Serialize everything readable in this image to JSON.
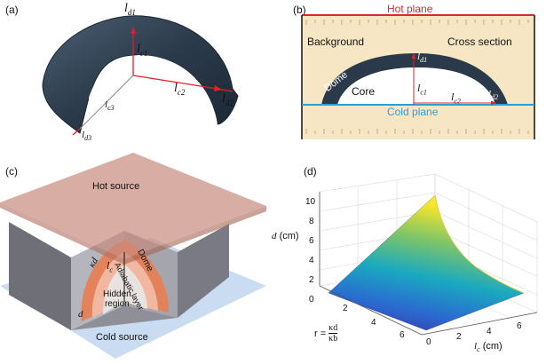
{
  "panels": {
    "a": {
      "label": "(a)",
      "lc1": "l",
      "lc1_sub": "c1",
      "lc2": "l",
      "lc2_sub": "c2",
      "lc3": "l",
      "lc3_sub": "c3",
      "ld1": "l",
      "ld1_sub": "d1",
      "ld2": "l",
      "ld2_sub": "d2",
      "ld3": "l",
      "ld3_sub": "d3",
      "colors": {
        "dome": "#2b3a4a",
        "arrow": "#e0202a"
      }
    },
    "b": {
      "label": "(b)",
      "hot_plane": "Hot plane",
      "cold_plane": "Cold plane",
      "background": "Background",
      "cross_section": "Cross section",
      "dome": "Dome",
      "core": "Core",
      "lc1": "l",
      "lc1_sub": "c1",
      "lc2": "l",
      "lc2_sub": "c2",
      "ld1": "l",
      "ld1_sub": "d1",
      "ld2": "l",
      "ld2_sub": "d2",
      "colors": {
        "hot": "#d82b2b",
        "cold": "#2aa0d8",
        "bg": "#f7e6c4",
        "dome": "#2b3a4a"
      }
    },
    "c": {
      "label": "(c)",
      "hot_source": "Hot source",
      "cold_source": "Cold source",
      "dome": "Dome",
      "adiabatic": "Adiabatic layer",
      "hidden1": "Hidden",
      "hidden2": "region",
      "kappa_d": "κd",
      "lc": "l",
      "lc_sub": "c",
      "d": "d",
      "colors": {
        "hot": "#c88a7c",
        "cold": "#c9dcf2",
        "block": "#8f8f98",
        "dome": "#e67f55"
      }
    },
    "d": {
      "label": "(d)",
      "zlabel_var": "d",
      "zlabel_unit": "(cm)",
      "xlabel_var": "l",
      "xlabel_sub": "c",
      "xlabel_unit": "(cm)",
      "ylabel_prefix": "r =",
      "ylabel_num": "κd",
      "ylabel_den": "κb",
      "zticks": [
        "10",
        "8",
        "6",
        "4",
        "2",
        "0"
      ],
      "xticks": [
        "0",
        "2",
        "4",
        "6"
      ],
      "yticks": [
        "2",
        "4",
        "6"
      ]
    }
  },
  "chart_data": {
    "type": "surface",
    "title": "",
    "xlabel": "l_c (cm)",
    "ylabel": "r = κd/κb",
    "zlabel": "d (cm)",
    "xlim": [
      0,
      6
    ],
    "ylim": [
      1,
      7
    ],
    "zlim": [
      0,
      10
    ],
    "x": [
      0,
      2,
      4,
      6
    ],
    "y": [
      2,
      4,
      6
    ],
    "colormap": "parula",
    "grid": true
  }
}
